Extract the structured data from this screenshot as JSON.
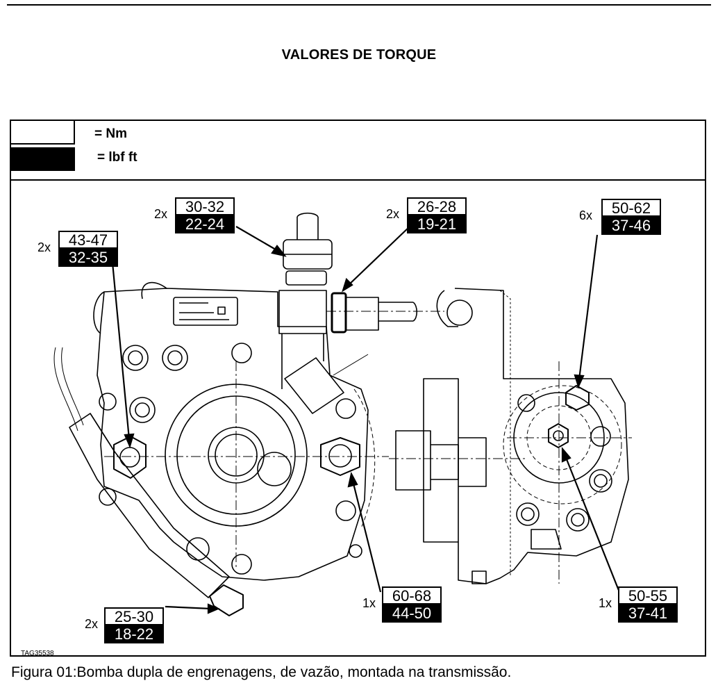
{
  "title": "VALORES DE TORQUE",
  "legend": {
    "nm_label": "= Nm",
    "lbf_label": "= lbf ft"
  },
  "callouts": [
    {
      "id": "a",
      "count": "2x",
      "nm": "30-32",
      "lbf": "22-24"
    },
    {
      "id": "b",
      "count": "2x",
      "nm": "26-28",
      "lbf": "19-21"
    },
    {
      "id": "c",
      "count": "6x",
      "nm": "50-62",
      "lbf": "37-46"
    },
    {
      "id": "d",
      "count": "2x",
      "nm": "43-47",
      "lbf": "32-35"
    },
    {
      "id": "e",
      "count": "1x",
      "nm": "60-68",
      "lbf": "44-50"
    },
    {
      "id": "f",
      "count": "1x",
      "nm": "50-55",
      "lbf": "37-41"
    },
    {
      "id": "g",
      "count": "2x",
      "nm": "25-30",
      "lbf": "18-22"
    }
  ],
  "figure_tag": "TAG35538",
  "caption": "Figura 01:Bomba dupla de engrenagens, de vazão, montada na transmissão."
}
